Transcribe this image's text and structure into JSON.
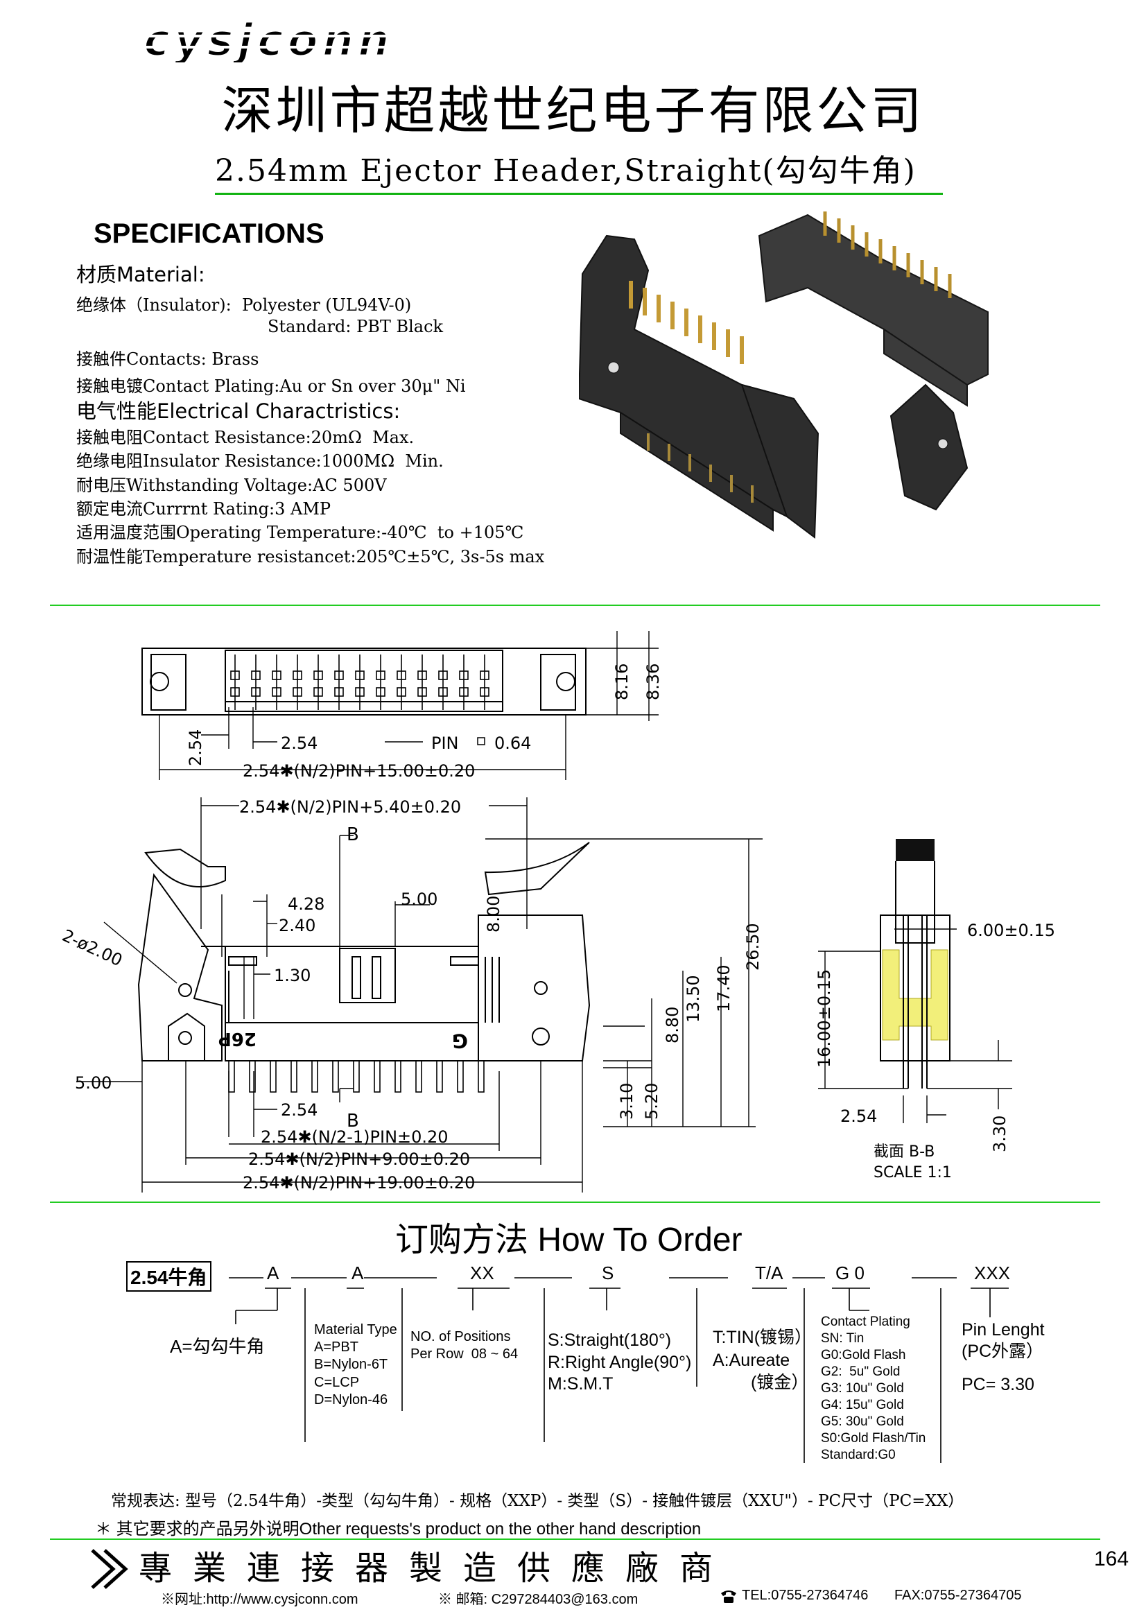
{
  "header": {
    "logo_text": "cysjconn",
    "company": "深圳市超越世纪电子有限公司",
    "subtitle": "2.54mm Ejector Header,Straight(勾勾牛角)"
  },
  "colors": {
    "accent": "#22cc22",
    "highlight": "#f2ef7a"
  },
  "specs": {
    "title": "SPECIFICATIONS",
    "material_heading": "材质Material:",
    "insulator": "绝缘体（Insulator):  Polyester (UL94V-0)",
    "standard": "Standard: PBT Black",
    "contacts": "接触件Contacts: Brass",
    "plating": "接触电镀Contact Plating:Au or Sn over 30μ\" Ni",
    "electrical_heading": "电气性能Electrical Charactristics:",
    "resistance": "接触电阻Contact Resistance:20mΩ  Max.",
    "insulation": "绝缘电阻Insulator Resistance:1000MΩ  Min.",
    "voltage": "耐电压Withstanding Voltage:AC 500V",
    "current": "额定电流Currrnt Rating:3 AMP",
    "temperature": "适用温度范围Operating Temperature:-40℃  to +105℃",
    "temp_resist": "耐温性能Temperature resistancet:205℃±5℃, 3s-5s max"
  },
  "drawing": {
    "d_816": "8.16",
    "d_836": "8.36",
    "d_254": "2.54",
    "pin": "PIN",
    "pin_size": "0.64",
    "formula_15": "2.54✱(N/2)PIN+15.00±0.20",
    "formula_540": "2.54✱(N/2)PIN+5.40±0.20",
    "label_b": "B",
    "d_428": "4.28",
    "d_240": "2.40",
    "d_500": "5.00",
    "d_800": "8.00",
    "d_200": "2-ø2.00",
    "d_130": "1.30",
    "d_2650": "26.50",
    "d_1740": "17.40",
    "d_1350": "13.50",
    "d_880": "8.80",
    "d_310": "3.10",
    "d_520": "5.20",
    "mark_26p": "26P",
    "mark_g": "G",
    "formula_n21": "2.54✱(N/2-1)PIN±0.20",
    "formula_9": "2.54✱(N/2)PIN+9.00±0.20",
    "formula_19": "2.54✱(N/2)PIN+19.00±0.20",
    "d_600": "6.00±0.15",
    "d_1600": "16.00±0.15",
    "d_330": "3.30",
    "section": "截面 B-B",
    "scale": "SCALE 1:1"
  },
  "order": {
    "title": "订购方法  How To Order",
    "code": "2.54牛角",
    "codes": [
      "A",
      "A",
      "XX",
      "S",
      "T/A",
      "G 0",
      "XXX"
    ],
    "a_desc": "A=勾勾牛角",
    "material": [
      "Material Type",
      "A=PBT",
      "B=Nylon-6T",
      "C=LCP",
      "D=Nylon-46"
    ],
    "positions": [
      "NO. of Positions",
      "Per Row  08 ~ 64"
    ],
    "style": [
      "S:Straight(180°)",
      "R:Right Angle(90°)",
      "M:S.M.T"
    ],
    "tin": [
      "T:TIN(镀锡）",
      "A:Aureate",
      "(镀金）"
    ],
    "plating": [
      "Contact Plating",
      "SN: Tin",
      "G0:Gold Flash",
      "G2:  5u\" Gold",
      "G3: 10u\" Gold",
      "G4: 15u\" Gold",
      "G5: 30u\" Gold",
      "S0:Gold Flash/Tin",
      "Standard:G0"
    ],
    "pin_length": [
      "Pin Lenght",
      "(PC外露）"
    ],
    "pc": "PC= 3.30",
    "regular": "常规表达: 型号（2.54牛角）-类型（勾勾牛角）- 规格（XXP）- 类型（S）- 接触件镀层（XXU\"）- PC尺寸（PC=XX）",
    "note": "＊ 其它要求的产品另外说明Other requests's product on the other hand description"
  },
  "footer": {
    "slogan": "專業連接器製造供應廠商",
    "page": "164",
    "web": "※网址:http://www.cysjconn.com",
    "email": "※ 邮箱: C297284403@163.com",
    "tel": "TEL:0755-27364746",
    "fax": "FAX:0755-27364705"
  }
}
